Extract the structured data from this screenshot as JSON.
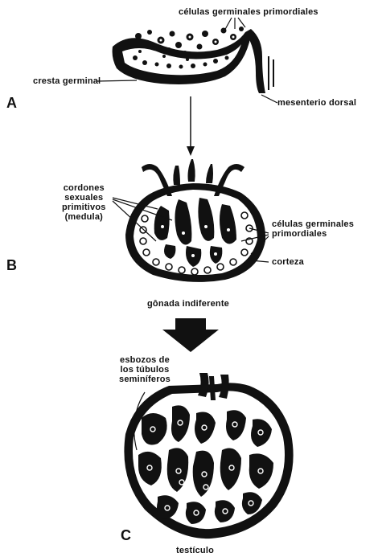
{
  "panels": {
    "a": {
      "letter": "A",
      "labels": {
        "germ_cells": "células germinales primordiales",
        "ridge": "cresta germinal",
        "mesentery": "mesenterio dorsal"
      }
    },
    "b": {
      "letter": "B",
      "labels": {
        "cords": "cordones\nsexuales\nprimitivos\n(medula)",
        "germ_cells": "células germinales\nprimordiales",
        "cortex": "corteza",
        "caption": "gônada indiferente"
      }
    },
    "c": {
      "letter": "C",
      "labels": {
        "tubules": "esbozos de\nlos túbulos\nseminíferos",
        "caption": "testículo"
      }
    }
  },
  "colors": {
    "ink": "#111111",
    "paper": "#ffffff"
  }
}
